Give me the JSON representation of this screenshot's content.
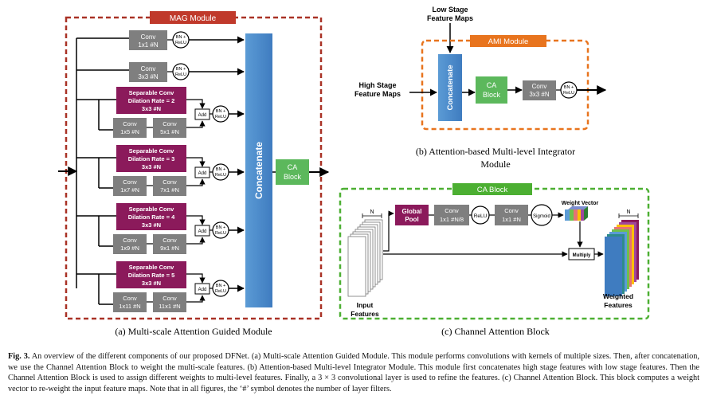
{
  "mag": {
    "title": "MAG Module",
    "branch_conv1": {
      "name": "Conv",
      "param": "1x1 #N"
    },
    "branch_conv3": {
      "name": "Conv",
      "param": "3x3 #N"
    },
    "sep_branches": [
      {
        "line1": "Separable Conv",
        "line2": "Dilation Rate = 2",
        "line3": "3x3 #N",
        "convA": "1x5 #N",
        "convB": "5x1 #N"
      },
      {
        "line1": "Separable Conv",
        "line2": "Dilation Rate = 3",
        "line3": "3x3 #N",
        "convA": "1x7 #N",
        "convB": "7x1 #N"
      },
      {
        "line1": "Separable Conv",
        "line2": "Dilation Rate = 4",
        "line3": "3x3 #N",
        "convA": "1x9 #N",
        "convB": "9x1 #N"
      },
      {
        "line1": "Separable Conv",
        "line2": "Dilation Rate = 5",
        "line3": "3x3 #N",
        "convA": "1x11 #N",
        "convB": "11x1 #N"
      }
    ],
    "conv_label": "Conv",
    "add_label": "Add",
    "bn_line1": "BN +",
    "bn_line2": "ReLU",
    "concat_label": "Concatenate",
    "ca_line1": "CA",
    "ca_line2": "Block",
    "caption": "(a)  Multi-scale Attention Guided Module"
  },
  "ami": {
    "title": "AMI Module",
    "low_stage_line1": "Low Stage",
    "low_stage_line2": "Feature Maps",
    "high_stage_line1": "High Stage",
    "high_stage_line2": "Feature Maps",
    "concat_label": "Concatenate",
    "ca_line1": "CA",
    "ca_line2": "Block",
    "conv_name": "Conv",
    "conv_param": "3x3 #N",
    "bn_line1": "BN +",
    "bn_line2": "ReLU",
    "caption_line1": "(b)  Attention-based Multi-level Integrator",
    "caption_line2": "Module"
  },
  "ca": {
    "title": "CA Block",
    "n_label": "N",
    "global_pool_line1": "Global",
    "global_pool_line2": "Pool",
    "conv1_name": "Conv",
    "conv1_param": "1x1 #N/8",
    "relu": "ReLU",
    "conv2_name": "Conv",
    "conv2_param": "1x1 #N",
    "sigmoid": "Sigmoid",
    "weight_vector": "Weight Vector",
    "multiply": "Multiply",
    "input_line1": "Input",
    "input_line2": "Features",
    "weighted_line1": "Weighted",
    "weighted_line2": "Features",
    "caption": "(c)  Channel Attention Block"
  },
  "caption": {
    "label": "Fig. 3.",
    "text": "An overview of the different components of our proposed DFNet. (a) Multi-scale Attention Guided Module. This module performs convolutions with kernels of multiple sizes. Then, after concatenation, we use the Channel Attention Block to weight the multi-scale features. (b) Attention-based Multi-level Integrator Module. This module first concatenates high stage features with low stage features. Then the Channel Attention Block is used to assign different weights to multi-level features. Finally, a 3 × 3 convolutional layer is used to refine the features. (c) Channel Attention Block. This block computes a weight vector to re-weight the input feature maps. Note that in all figures, the ‘#’ symbol denotes the number of layer filters."
  },
  "colors": {
    "red_accent": "#c0392b",
    "orange_accent": "#e8741e",
    "green_accent": "#4caf32",
    "gray_box": "#7f7f7f",
    "purple_box": "#8b1a5b",
    "blue_concat": "#4a90d9"
  }
}
